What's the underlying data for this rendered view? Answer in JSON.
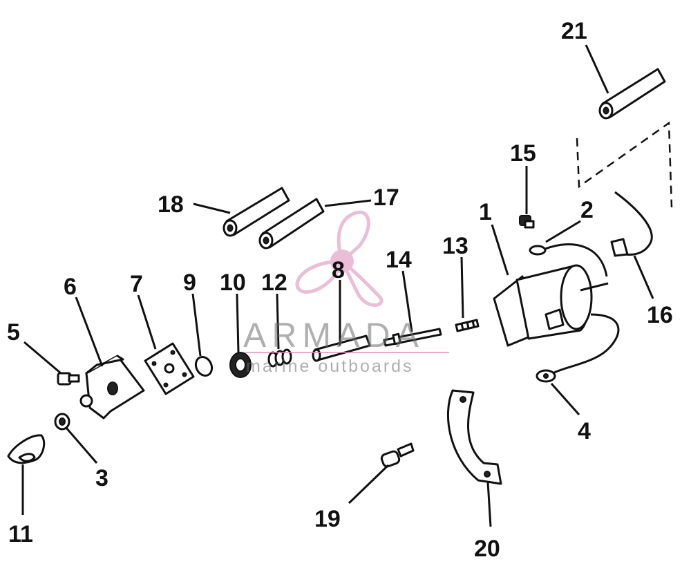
{
  "watermark": {
    "brand": "ARMADA",
    "tagline": "marine outboards",
    "accent_color": "#d98ab8",
    "logo_icon": "propeller-icon"
  },
  "callouts": [
    {
      "id": "1",
      "label": "1"
    },
    {
      "id": "2",
      "label": "2"
    },
    {
      "id": "3",
      "label": "3"
    },
    {
      "id": "4",
      "label": "4"
    },
    {
      "id": "5",
      "label": "5"
    },
    {
      "id": "6",
      "label": "6"
    },
    {
      "id": "7",
      "label": "7"
    },
    {
      "id": "8",
      "label": "8"
    },
    {
      "id": "9",
      "label": "9"
    },
    {
      "id": "10",
      "label": "10"
    },
    {
      "id": "11",
      "label": "11"
    },
    {
      "id": "12",
      "label": "12"
    },
    {
      "id": "13",
      "label": "13"
    },
    {
      "id": "14",
      "label": "14"
    },
    {
      "id": "15",
      "label": "15"
    },
    {
      "id": "16",
      "label": "16"
    },
    {
      "id": "17",
      "label": "17"
    },
    {
      "id": "18",
      "label": "18"
    },
    {
      "id": "19",
      "label": "19"
    },
    {
      "id": "20",
      "label": "20"
    },
    {
      "id": "21",
      "label": "21"
    }
  ]
}
